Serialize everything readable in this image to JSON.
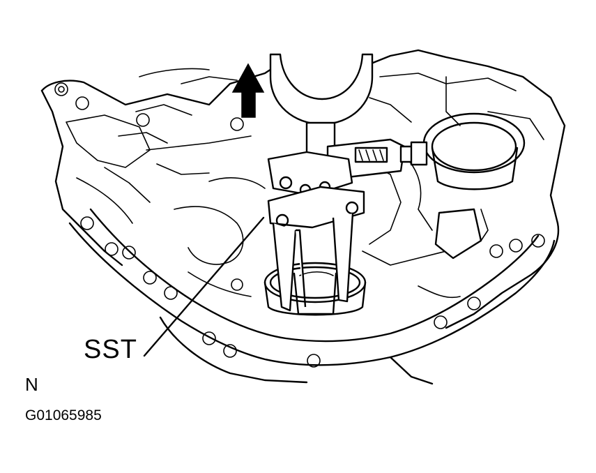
{
  "callouts": {
    "sst": "SST"
  },
  "view_letter": "N",
  "figure_code": "G01065985"
}
